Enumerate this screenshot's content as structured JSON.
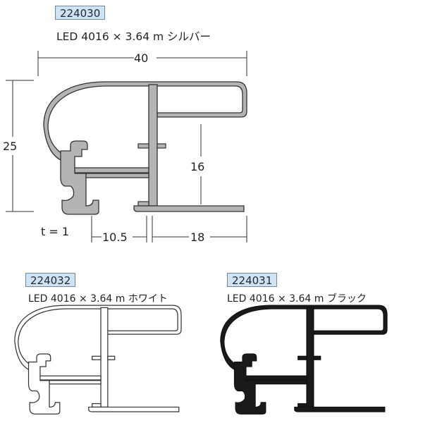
{
  "products": [
    {
      "code": "224030",
      "caption": "LED 4016 × 3.64 m シルバー",
      "color": "silver",
      "fill": "#b5b5b5"
    },
    {
      "code": "224032",
      "caption": "LED 4016 × 3.64 m ホワイト",
      "color": "white",
      "fill": "#ffffff"
    },
    {
      "code": "224031",
      "caption": "LED 4016 × 3.64 m ブラック",
      "color": "black",
      "fill": "#1a1a1a"
    }
  ],
  "dimensions": {
    "width": "40",
    "height": "25",
    "inner_height": "16",
    "left_segment": "10.5",
    "right_segment": "18",
    "thickness": "t = 1"
  }
}
